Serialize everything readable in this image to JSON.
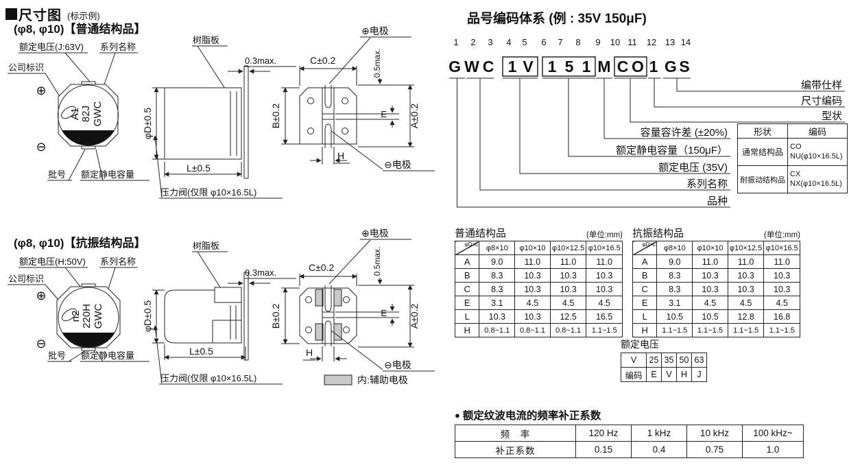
{
  "header": {
    "title": "尺寸图",
    "note": "(标示例)"
  },
  "normal": {
    "heading": "(φ8, φ10)【普通结构品】",
    "rated_voltage": "额定电压(J:63V)",
    "series_name": "系列名称",
    "company_mark": "公司标识",
    "plus": "⊕",
    "minus": "⊖",
    "mark_line1": "A1",
    "mark_line2": "82J",
    "mark_line3": "GWC",
    "lot": "批号",
    "capacitance": "额定静电容量",
    "resin": "树脂板",
    "d03": "0.3max.",
    "phiD": "φD±0.5",
    "L": "L±0.5",
    "valve": "压力阀(仅限 φ10×16.5L)",
    "C": "C±0.2",
    "d05": "0.5max.",
    "B": "B±0.2",
    "E": "E",
    "A": "A±0.2",
    "H": "H",
    "plus_elec": "⊕电极",
    "minus_elec": "⊖电极"
  },
  "vibration": {
    "heading": "(φ8, φ10)【抗振结构品】",
    "rated_voltage": "额定电压(H:50V)",
    "series_name": "系列名称",
    "company_mark": "公司标识",
    "plus": "⊕",
    "minus": "⊖",
    "mark_line1": "n2",
    "mark_line2": "220H",
    "mark_line3": "GWC",
    "lot": "批号",
    "capacitance": "额定静电容量",
    "resin": "树脂板",
    "d03": "0.3max.",
    "phiD": "φD±0.5",
    "L": "L±0.5",
    "valve": "压力阀(仅限 φ10×16.5L)",
    "C": "C±0.2",
    "d05": "0.5max.",
    "B": "B±0.2",
    "E": "E",
    "A": "A±0.2",
    "H": "H",
    "plus_elec": "⊕电极",
    "minus_elec": "⊖电极",
    "aux_legend": "内:辅助电极"
  },
  "part_code": {
    "title": "品号编码体系 (例 : 35V 150μF)",
    "positions": [
      "1",
      "2",
      "3",
      "4",
      "5",
      "6",
      "7",
      "8",
      "9",
      "10",
      "11",
      "12",
      "13",
      "14"
    ],
    "chars": [
      "G",
      "W",
      "C",
      "1",
      "V",
      "1",
      "5",
      "1",
      "M",
      "C",
      "O",
      "1",
      "G",
      "S"
    ],
    "labels": [
      "编带仕样",
      "尺寸编码",
      "型状",
      "容量容许差 (±20%)",
      "额定静电容量（150μF）",
      "额定电压 (35V)",
      "系列名称",
      "品种"
    ]
  },
  "shape_table": {
    "h1": "形状",
    "h2": "编码",
    "rows": [
      {
        "name": "通常结构品",
        "code1": "CO",
        "code2": "NU(φ10×16.5L)"
      },
      {
        "name": "耐振动结构品",
        "code1": "CX",
        "code2": "NX(φ10×16.5L)"
      }
    ]
  },
  "dim_table_normal": {
    "title": "普通结构品",
    "unit": "(单位:mm)",
    "corner": "φD×L",
    "cols": [
      "φ8×10",
      "φ10×10",
      "φ10×12.5",
      "φ10×16.5"
    ],
    "rows": [
      {
        "label": "A",
        "values": [
          "9.0",
          "11.0",
          "11.0",
          "11.0"
        ]
      },
      {
        "label": "B",
        "values": [
          "8.3",
          "10.3",
          "10.3",
          "10.3"
        ]
      },
      {
        "label": "C",
        "values": [
          "8.3",
          "10.3",
          "10.3",
          "10.3"
        ]
      },
      {
        "label": "E",
        "values": [
          "3.1",
          "4.5",
          "4.5",
          "4.5"
        ]
      },
      {
        "label": "L",
        "values": [
          "10.3",
          "10.3",
          "12.5",
          "16.5"
        ]
      },
      {
        "label": "H",
        "values": [
          "0.8~1.1",
          "0.8~1.1",
          "0.8~1.1",
          "1.1~1.5"
        ]
      }
    ]
  },
  "dim_table_vibration": {
    "title": "抗振结构品",
    "unit": "(单位:mm)",
    "corner": "φD×L",
    "cols": [
      "φ8×10",
      "φ10×10",
      "φ10×12.5",
      "φ10×16.5"
    ],
    "rows": [
      {
        "label": "A",
        "values": [
          "9.0",
          "11.0",
          "11.0",
          "11.0"
        ]
      },
      {
        "label": "B",
        "values": [
          "8.3",
          "10.3",
          "10.3",
          "10.3"
        ]
      },
      {
        "label": "C",
        "values": [
          "8.3",
          "10.3",
          "10.3",
          "10.3"
        ]
      },
      {
        "label": "E",
        "values": [
          "3.1",
          "4.5",
          "4.5",
          "4.5"
        ]
      },
      {
        "label": "L",
        "values": [
          "10.5",
          "10.5",
          "12.8",
          "16.8"
        ]
      },
      {
        "label": "H",
        "values": [
          "1.1~1.5",
          "1.1~1.5",
          "1.1~1.5",
          "1.1~1.5"
        ]
      }
    ]
  },
  "voltage_table": {
    "title": "额定电压",
    "row1": [
      "V",
      "25",
      "35",
      "50",
      "63"
    ],
    "row2": [
      "编码",
      "E",
      "V",
      "H",
      "J"
    ]
  },
  "freq": {
    "bullet": "●",
    "title": "额定纹波电流的频率补正系数",
    "headers": [
      "频　率",
      "120 Hz",
      "1 kHz",
      "10 kHz",
      "100 kHz~"
    ],
    "values": [
      "补正系数",
      "0.15",
      "0.4",
      "0.75",
      "1.0"
    ]
  }
}
